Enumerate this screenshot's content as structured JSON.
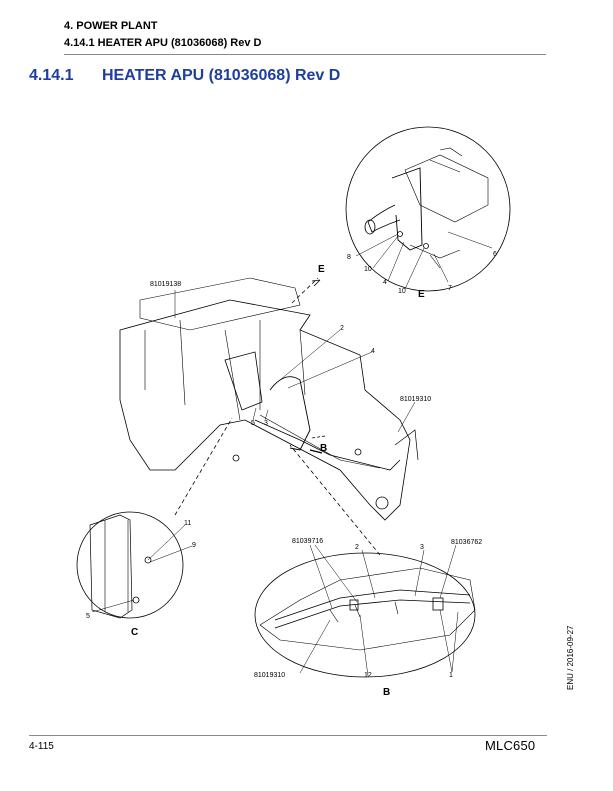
{
  "header": {
    "section": "4. POWER PLANT",
    "subsection": "4.14.1 HEATER APU (81036068) Rev D"
  },
  "title": {
    "number": "4.14.1",
    "text": "HEATER APU (81036068) Rev D"
  },
  "figure": {
    "part_numbers": {
      "p81019138": "81019138",
      "p81019310_top": "81019310",
      "p81039716": "81039716",
      "p81036762": "81036762",
      "p81019310_bottom": "81019310"
    },
    "callouts": {
      "e_top": "E",
      "e_detail": "E",
      "b_main": "B",
      "b_detail": "B",
      "c_detail": "C",
      "n2_main": "2",
      "n4_main": "4",
      "n5_main": "5",
      "n3_main": "3",
      "n8": "8",
      "n10a": "10",
      "n4_e": "4",
      "n10b": "10",
      "n7": "7",
      "n6": "6",
      "n11": "11",
      "n9": "9",
      "n5_c": "5",
      "n2_b": "2",
      "n3_b": "3",
      "n12": "12",
      "n1": "1"
    }
  },
  "footer": {
    "page": "4-115",
    "model": "MLC650",
    "side_note": "ENU / 2016-09-27"
  }
}
